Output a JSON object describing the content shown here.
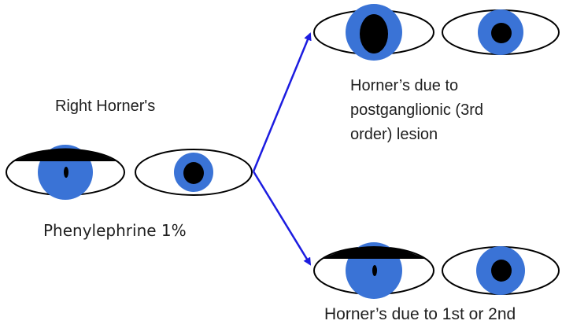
{
  "labels": {
    "condition": "Right Horner's",
    "test_drug": "Phenylephrine 1%",
    "outcome_postganglionic": {
      "line1": "Horner’s due to",
      "line2": "postganglionic (3rd",
      "line3": "order) lesion"
    },
    "outcome_preganglionic": "Horner’s due to 1st or 2nd"
  },
  "colors": {
    "iris": "#3a73d6",
    "pupil": "#000000",
    "eyelid_ptosis": "#000000",
    "eye_outline": "#000000",
    "arrow": "#1c1ce0"
  }
}
